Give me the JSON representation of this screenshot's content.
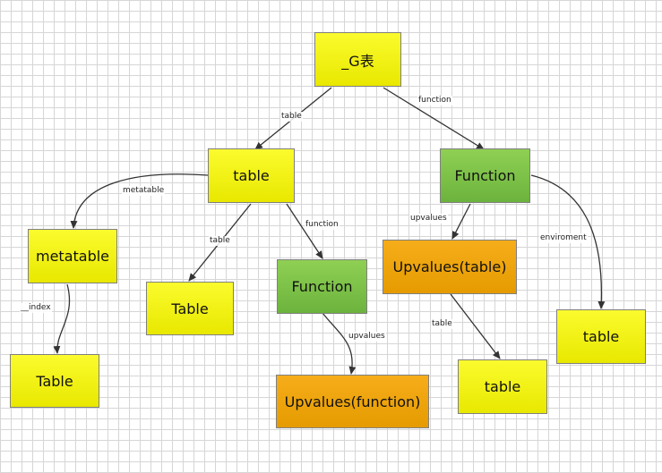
{
  "nodes": {
    "g_table": "_G表",
    "table_1": "table",
    "function_1": "Function",
    "metatable": "metatable",
    "table_2": "Table",
    "function_2": "Function",
    "upvalues_table": "Upvalues(table)",
    "table_3": "Table",
    "upvalues_function": "Upvalues(function)",
    "table_4": "table",
    "table_5": "table"
  },
  "edges": {
    "g_to_table": "table",
    "g_to_function": "function",
    "table_to_metatable": "metatable",
    "table_to_table": "table",
    "table_to_function": "function",
    "function_to_upvalues": "upvalues",
    "function_to_env": "enviroment",
    "metatable_index": "__index",
    "function2_upvalues": "upvalues",
    "upvalues_table_edge": "table"
  },
  "colors": {
    "yellow": "#fbfb2e",
    "green": "#7cc24a",
    "orange": "#f0a500"
  }
}
